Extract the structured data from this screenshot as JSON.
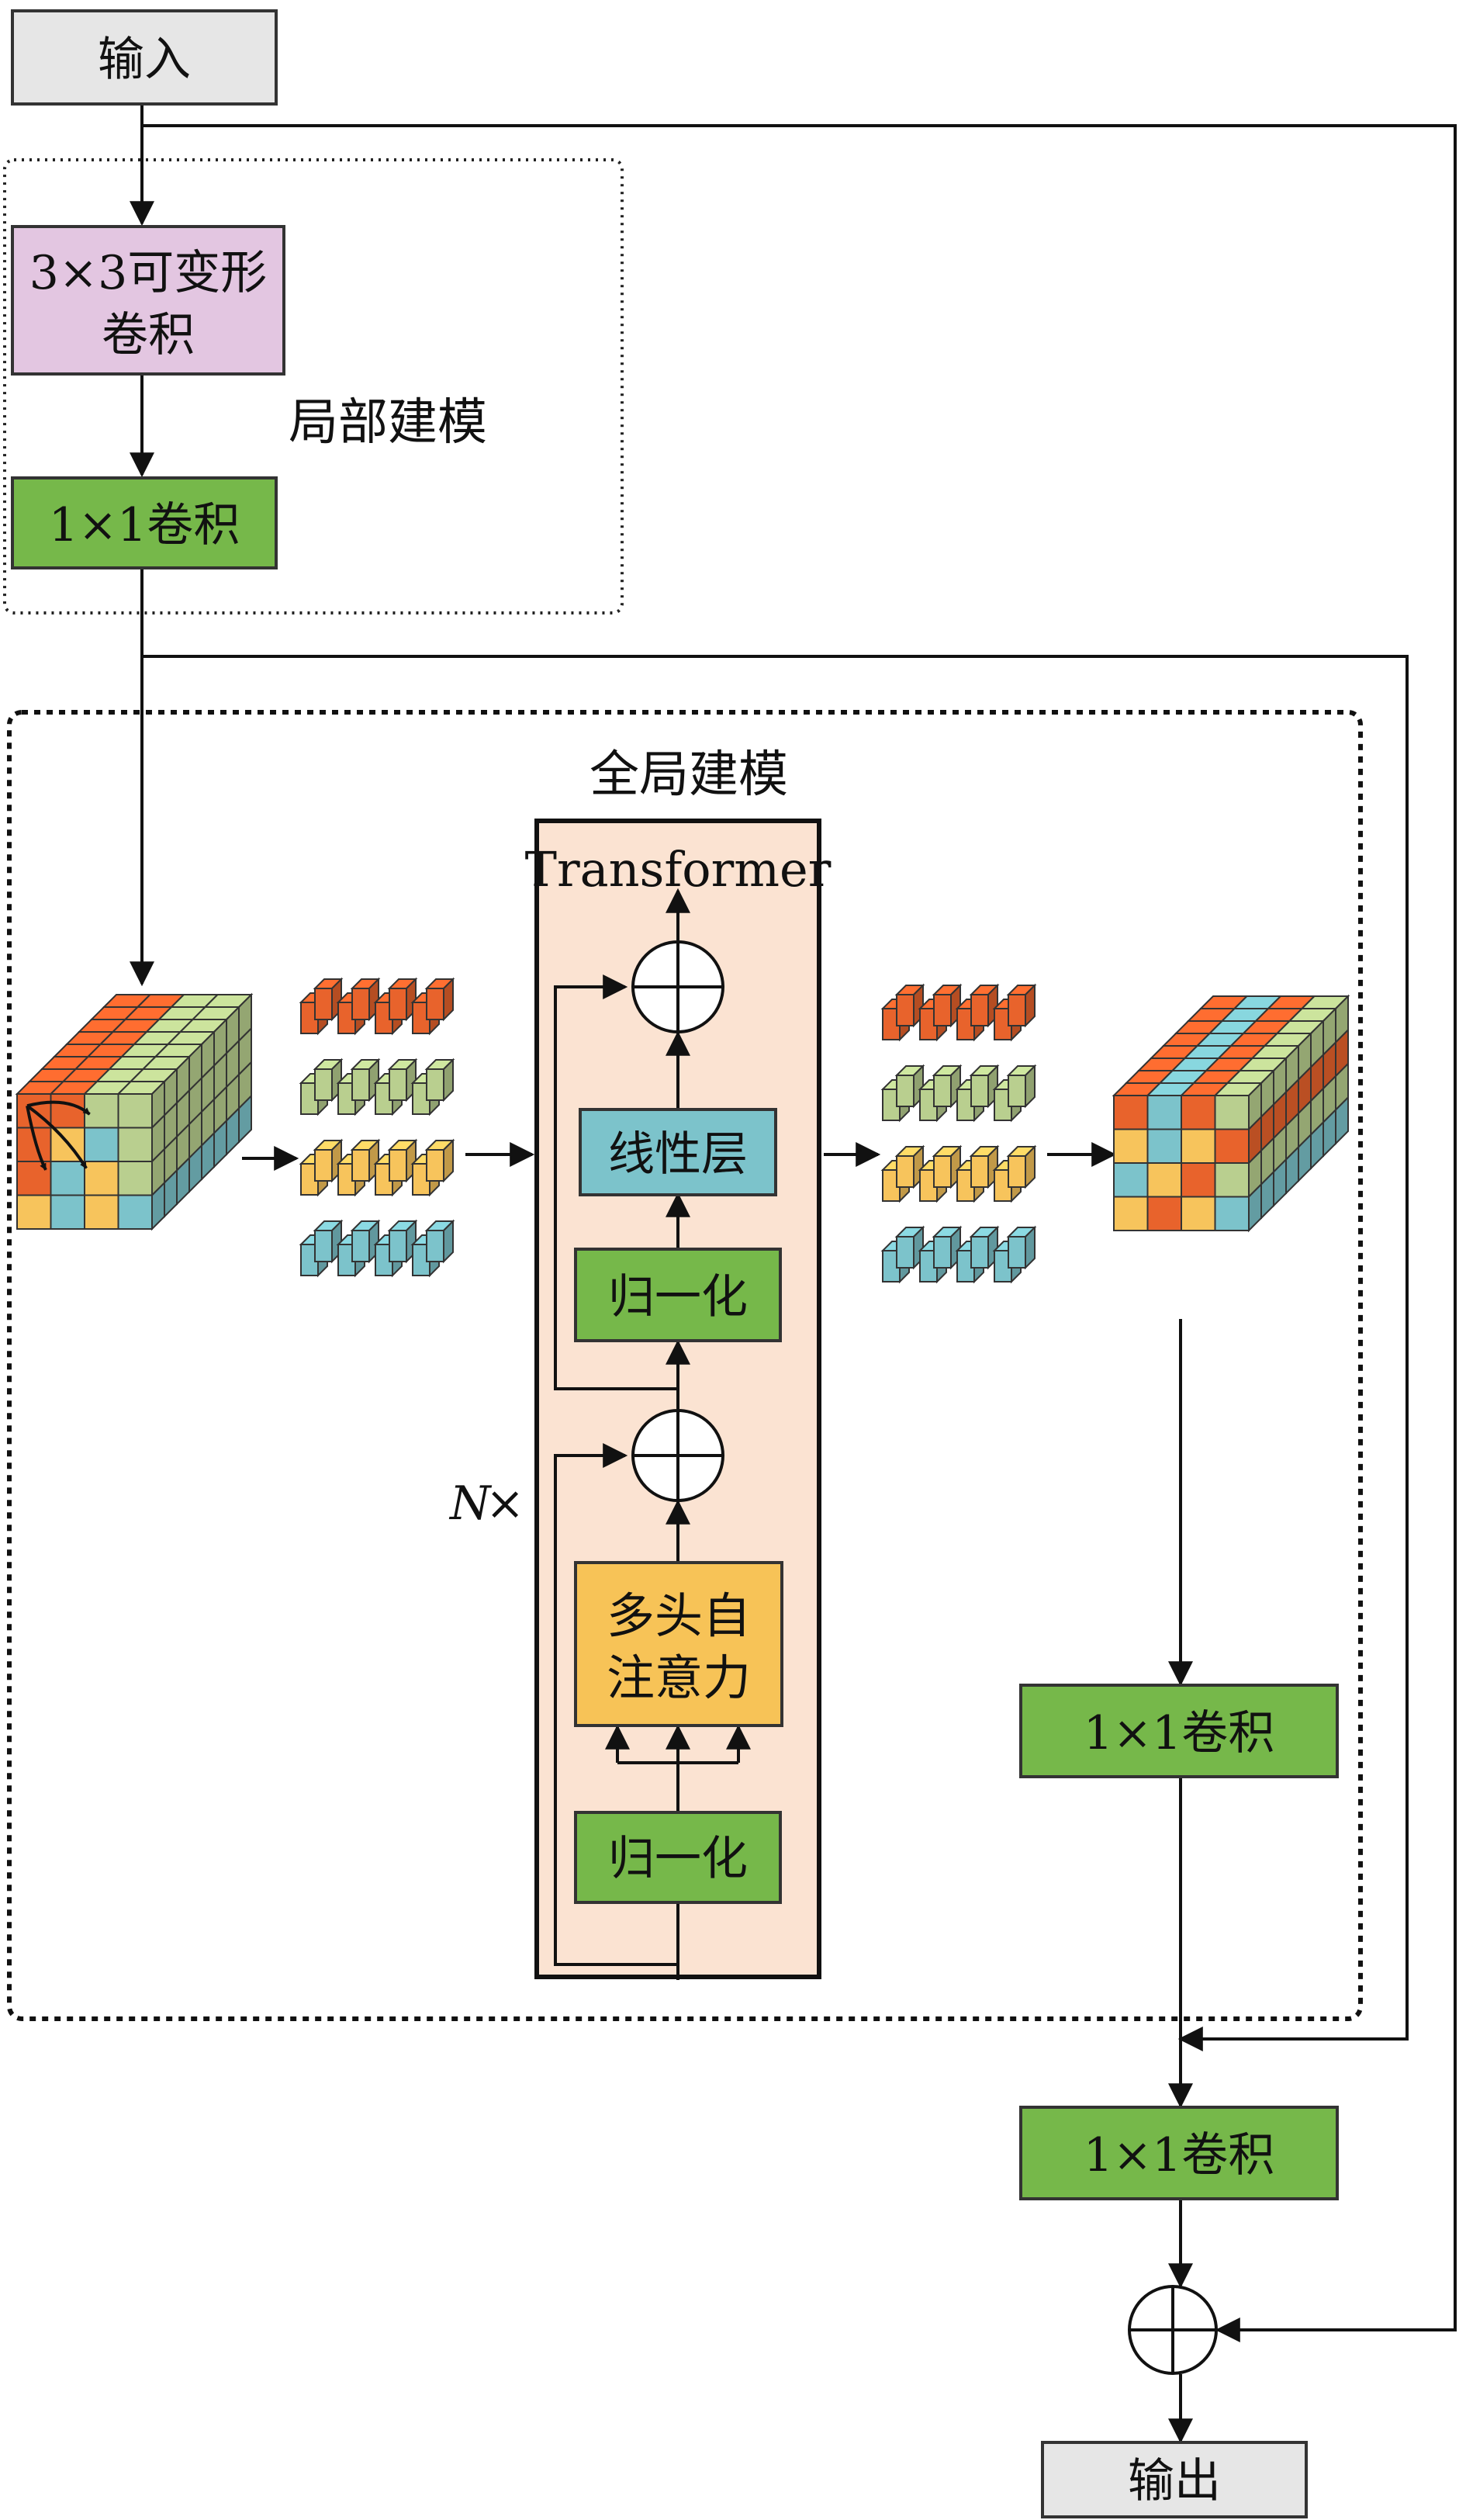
{
  "labels": {
    "input": "输入",
    "output": "输出",
    "deform_conv_line1": "3×3可变形",
    "deform_conv_line2": "卷积",
    "local_modeling": "局部建模",
    "conv1x1_a": "1×1卷积",
    "global_modeling": "全局建模",
    "transformer": "Transformer",
    "linear_layer": "线性层",
    "norm_top": "归一化",
    "mhsa_line1": "多头自",
    "mhsa_line2": "注意力",
    "norm_bottom": "归一化",
    "repeat_n": "N",
    "repeat_x": "×",
    "conv1x1_b": "1×1卷积",
    "conv1x1_c": "1×1卷积"
  },
  "colors": {
    "gray_box": "#e6e6e6",
    "pink_box": "#e3c6e1",
    "green_box": "#76b84a",
    "blue_box": "#7cc3cb",
    "orange_box": "#f7c357",
    "transformer_bg": "#fbe3d2",
    "cell_orange": "#e8632c",
    "cell_green": "#b9cf8f",
    "cell_yellow": "#f7c45c",
    "cell_blue": "#7cc3cb"
  }
}
